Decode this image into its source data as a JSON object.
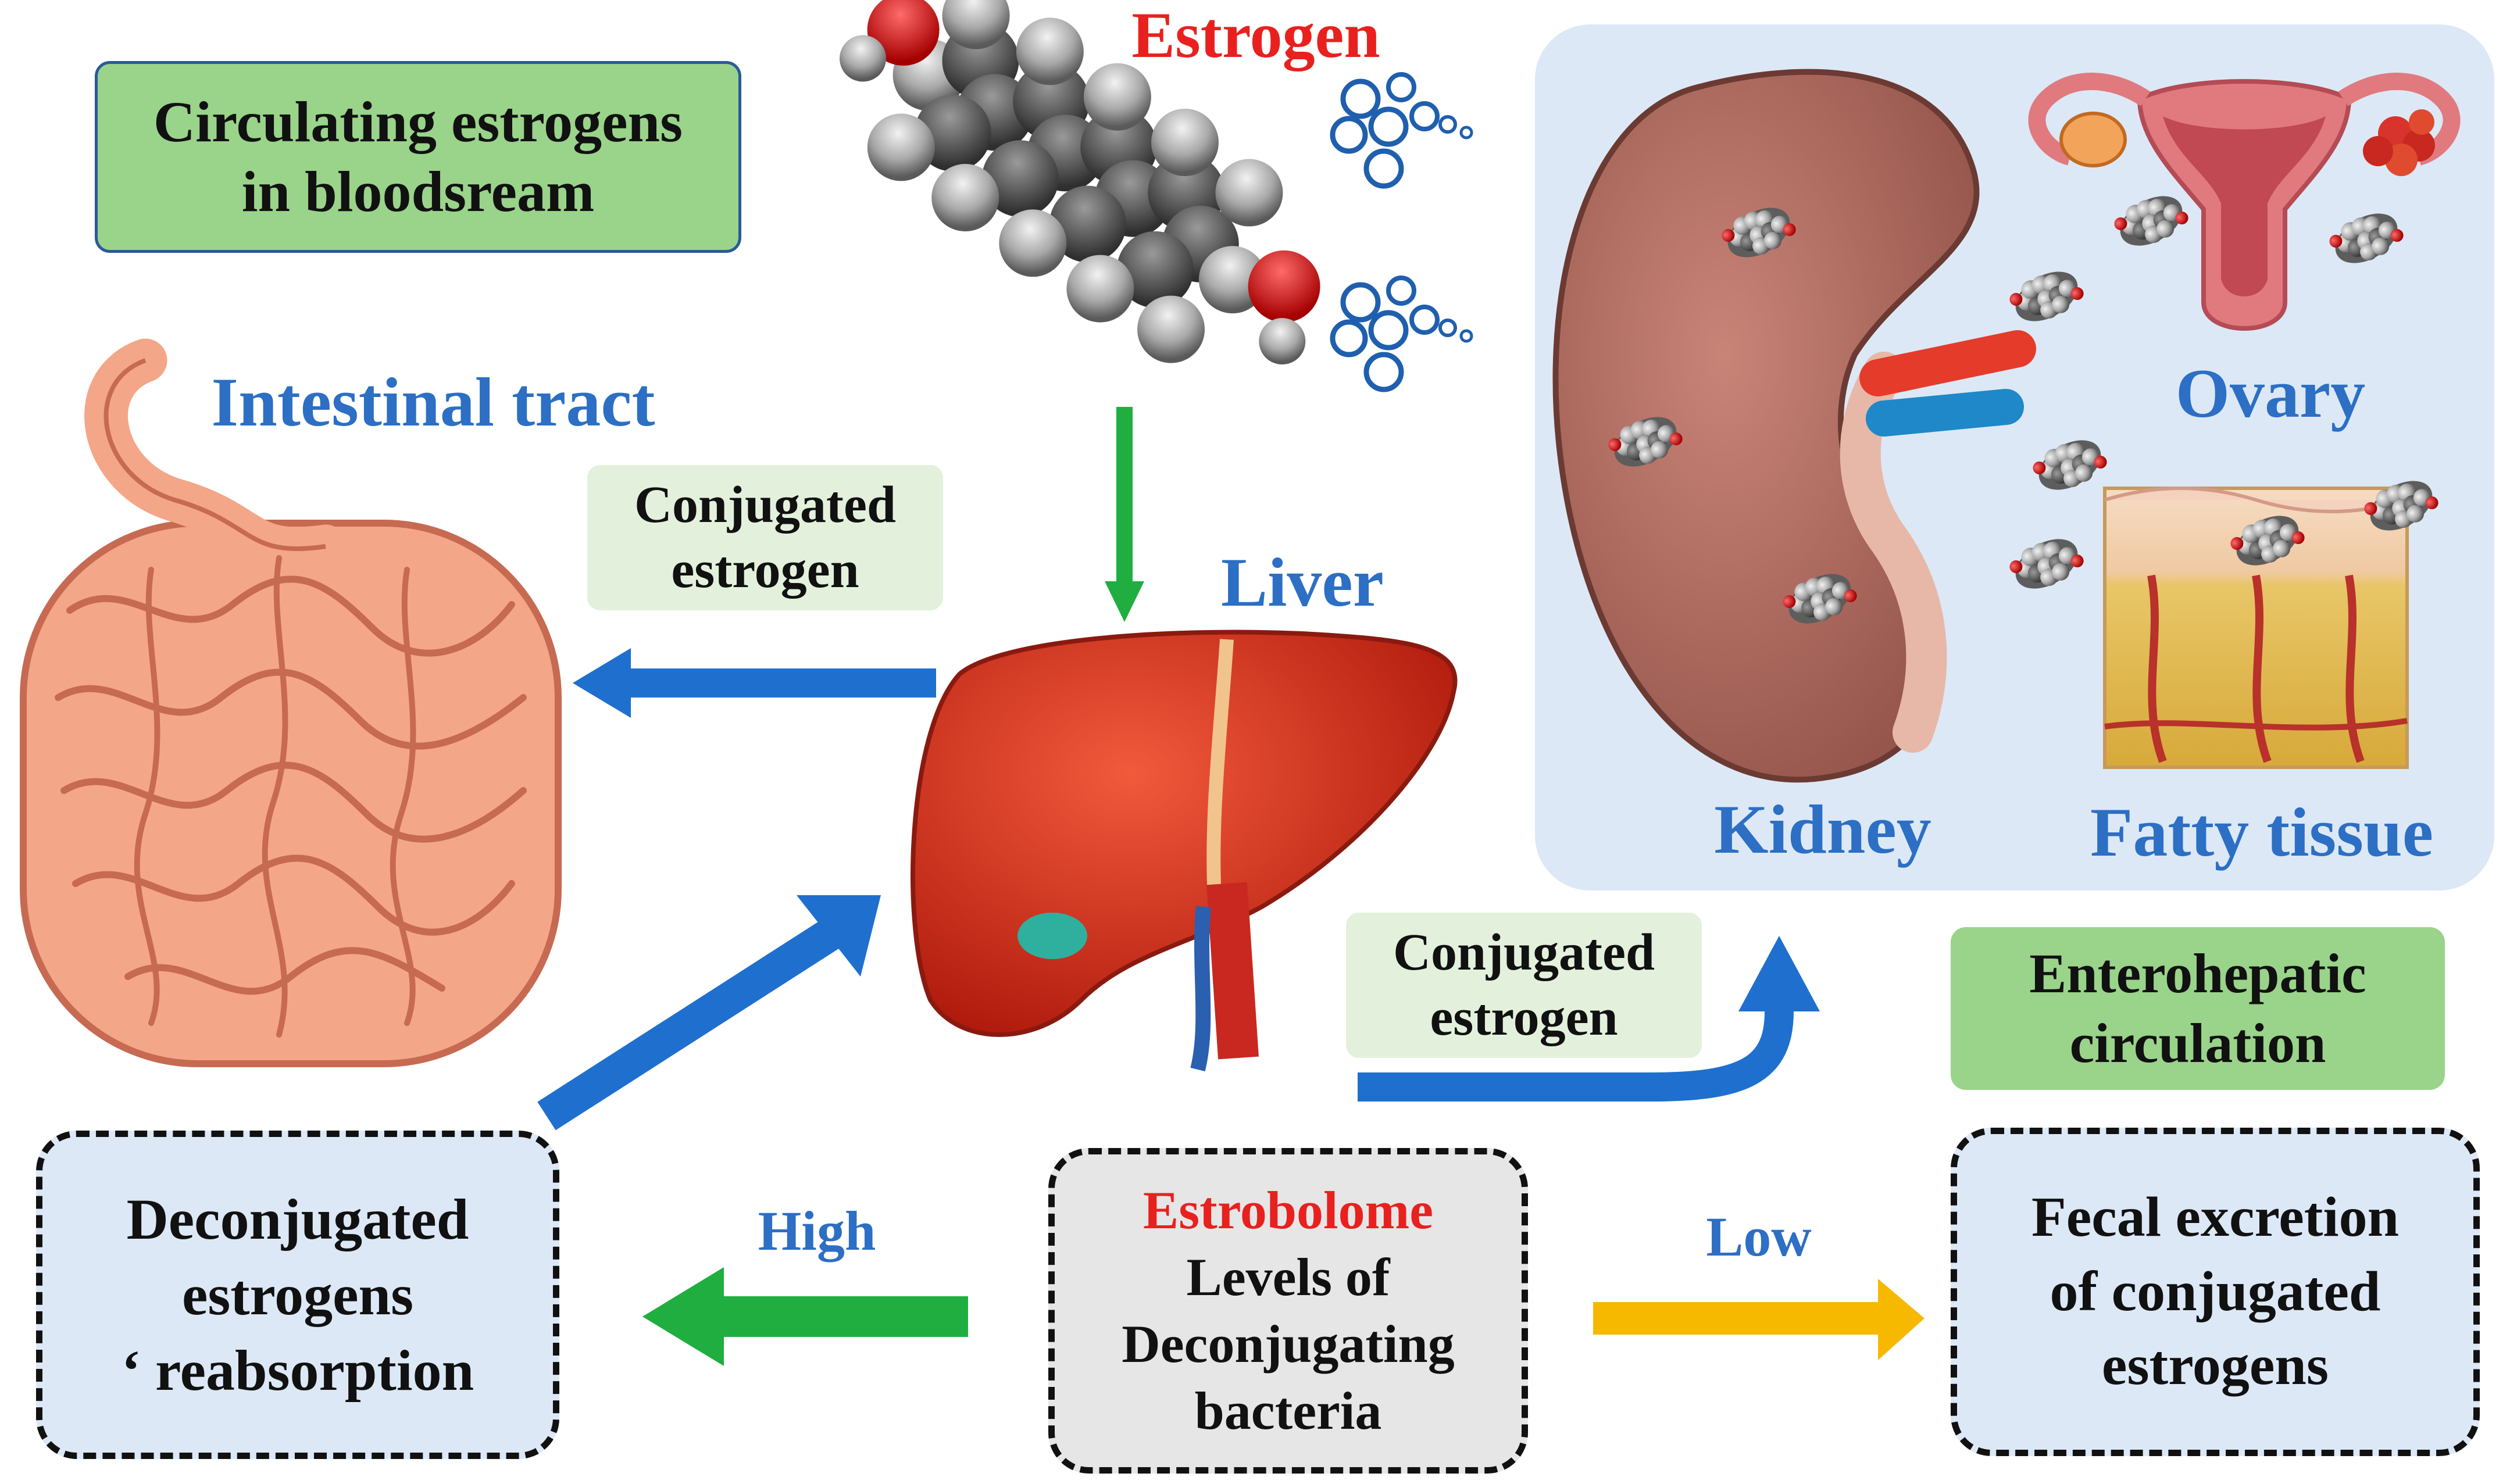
{
  "labels": {
    "estrogen": "Estrogen",
    "circulating_line1": "Circulating estrogens",
    "circulating_line2": "in bloodsream",
    "intestinal_tract": "Intestinal tract",
    "liver": "Liver",
    "ovary": "Ovary",
    "kidney": "Kidney",
    "fatty_tissue": "Fatty tissue",
    "conjugated_top_line1": "Conjugated",
    "conjugated_top_line2": "estrogen",
    "conjugated_mid_line1": "Conjugated",
    "conjugated_mid_line2": "estrogen",
    "enterohepatic_line1": "Enterohepatic",
    "enterohepatic_line2": "circulation",
    "high": "High",
    "low": "Low",
    "deconj_line1": "Deconjugated",
    "deconj_line2": "estrogens",
    "deconj_line3": "‘ reabsorption",
    "estrobolome": "Estrobolome",
    "estro_line2": "Levels of",
    "estro_line3": "Deconjugating",
    "estro_line4": "bacteria",
    "fecal_line1": "Fecal excretion",
    "fecal_line2": "of conjugated",
    "fecal_line3": "estrogens"
  },
  "colors": {
    "blue_label": "#2c6fc4",
    "red_label": "#e8211f",
    "green_box": "#9ad38a",
    "pale_green_box": "#e3f1dc",
    "dashed_box_blue": "#dce8f6",
    "dashed_box_grey": "#e6e6e6",
    "organ_panel": "#dce8f6",
    "arrow_blue": "#1f6fcf",
    "arrow_green": "#1fae3f",
    "arrow_yellow": "#f6b900"
  }
}
